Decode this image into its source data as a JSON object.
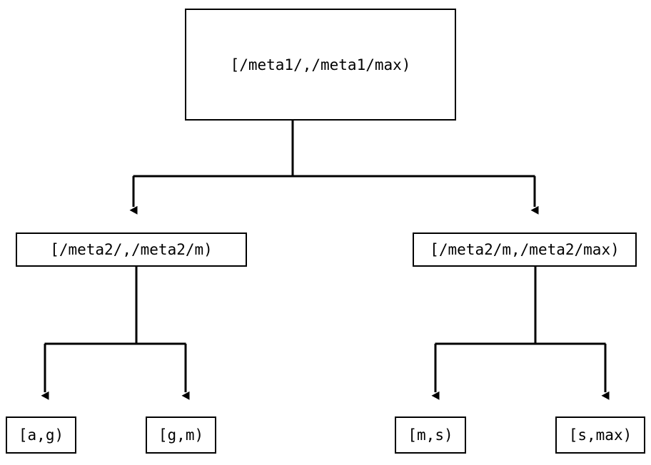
{
  "diagram": {
    "type": "tree",
    "title": "",
    "background_color": "#ffffff",
    "line_color": "#000000",
    "text_color": "#000000",
    "edge_style": "elbow-with-arrowhead",
    "levels": 3,
    "nodes": {
      "root": {
        "label": "[/meta1/,/meta1/max)",
        "level": 0
      },
      "mid_left": {
        "label": "[/meta2/,/meta2/m)",
        "level": 1
      },
      "mid_right": {
        "label": "[/meta2/m,/meta2/max)",
        "level": 1
      },
      "leaf_1": {
        "label": "[a,g)",
        "level": 2
      },
      "leaf_2": {
        "label": "[g,m)",
        "level": 2
      },
      "leaf_3": {
        "label": "[m,s)",
        "level": 2
      },
      "leaf_4": {
        "label": "[s,max)",
        "level": 2
      }
    },
    "edges": [
      {
        "from": "root",
        "to": "mid_left"
      },
      {
        "from": "root",
        "to": "mid_right"
      },
      {
        "from": "mid_left",
        "to": "leaf_1"
      },
      {
        "from": "mid_left",
        "to": "leaf_2"
      },
      {
        "from": "mid_right",
        "to": "leaf_3"
      },
      {
        "from": "mid_right",
        "to": "leaf_4"
      }
    ]
  }
}
